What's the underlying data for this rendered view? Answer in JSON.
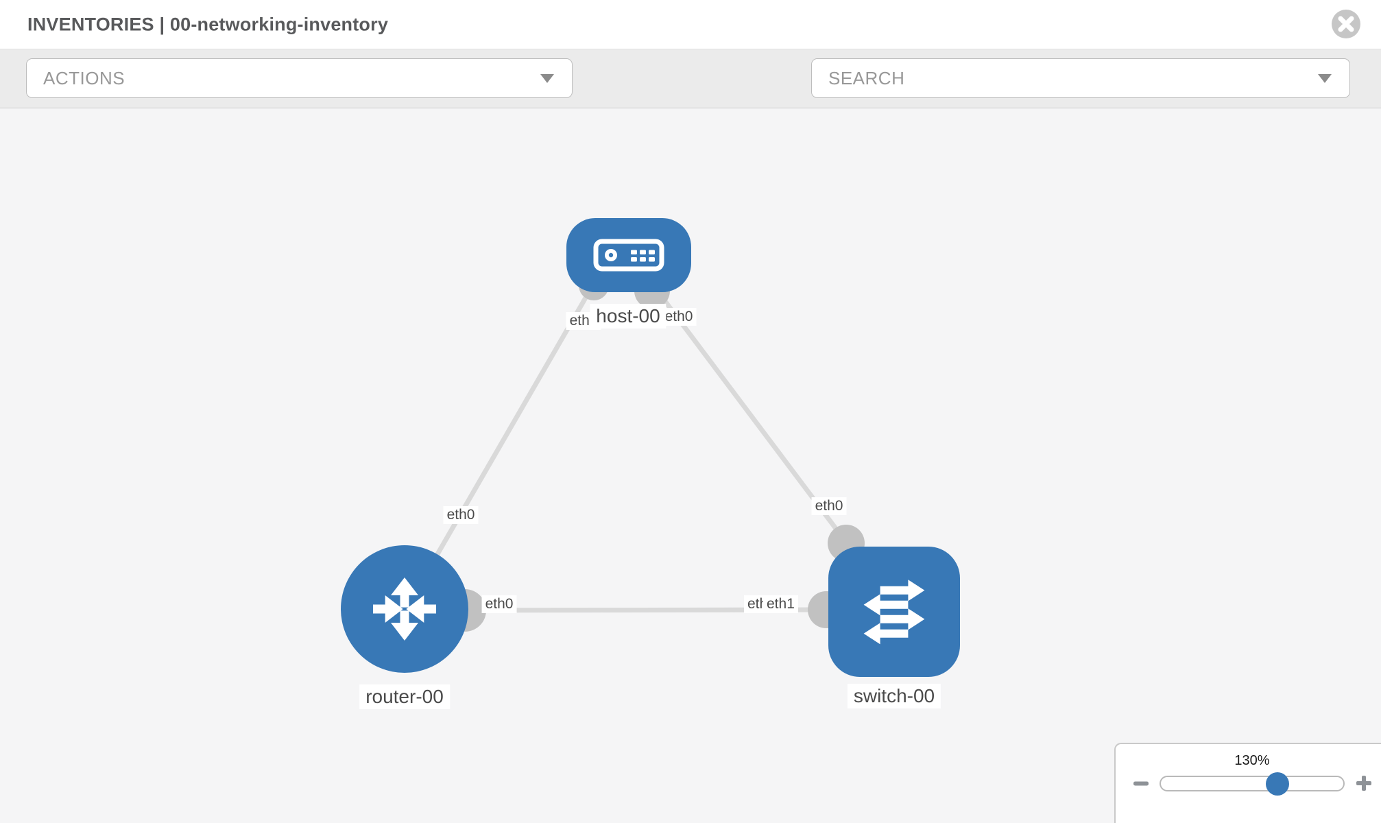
{
  "header": {
    "title": "INVENTORIES | 00-networking-inventory"
  },
  "toolbar": {
    "actions_label": "ACTIONS",
    "search_label": "SEARCH",
    "icons": [
      "wrench-icon",
      "key-icon"
    ]
  },
  "topology": {
    "nodes": [
      {
        "id": "host-00",
        "label": "host-00",
        "type": "host"
      },
      {
        "id": "router-00",
        "label": "router-00",
        "type": "router"
      },
      {
        "id": "switch-00",
        "label": "switch-00",
        "type": "switch"
      }
    ],
    "links": [
      {
        "from": "router-00",
        "from_if": "eth0",
        "to": "host-00",
        "to_if": "eth0"
      },
      {
        "from": "host-00",
        "from_if": "eth0",
        "to": "switch-00",
        "to_if": "eth0"
      },
      {
        "from": "router-00",
        "from_if": "eth0",
        "to": "switch-00",
        "to_if": "eth1",
        "to_if_overlapped": "eth0"
      }
    ]
  },
  "zoom_control": {
    "level": "130%",
    "slider_percent": 64,
    "minus_icon": "minus-icon",
    "plus_icon": "plus-icon"
  },
  "colors": {
    "node_blue": "#3878b6",
    "link_gray": "#d9d9d9",
    "port_gray": "#c1c1c1",
    "label_text": "#4a4a4a",
    "toolbar_bg": "#ebebeb",
    "canvas_bg": "#f5f5f6"
  }
}
